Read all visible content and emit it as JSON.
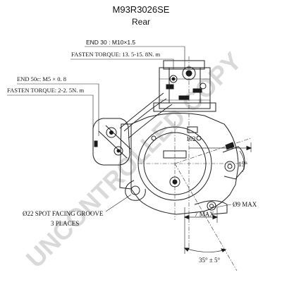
{
  "title": {
    "part_number": "M93R3026SE",
    "view": "Rear"
  },
  "annotations": {
    "end30": "END 30 : M10×1.5",
    "end30_torque": "FASTEN TORQUE: 13. 5-15. 8N. m",
    "end50c": "END 50c:  M5 × 0. 8",
    "end50c_torque": "FASTEN TORQUE: 2-2. 5N. m",
    "spot_facing": "Ø22 SPOT FACING GROOVE",
    "places": "3 PLACES"
  },
  "dimensions": {
    "d102": "102",
    "angle15": "15°",
    "width7": "7 MAX",
    "dia9": "Ø9 MAX",
    "angle35": "35° ± 5°"
  },
  "watermark": "UNCONTROLLED COPY"
}
